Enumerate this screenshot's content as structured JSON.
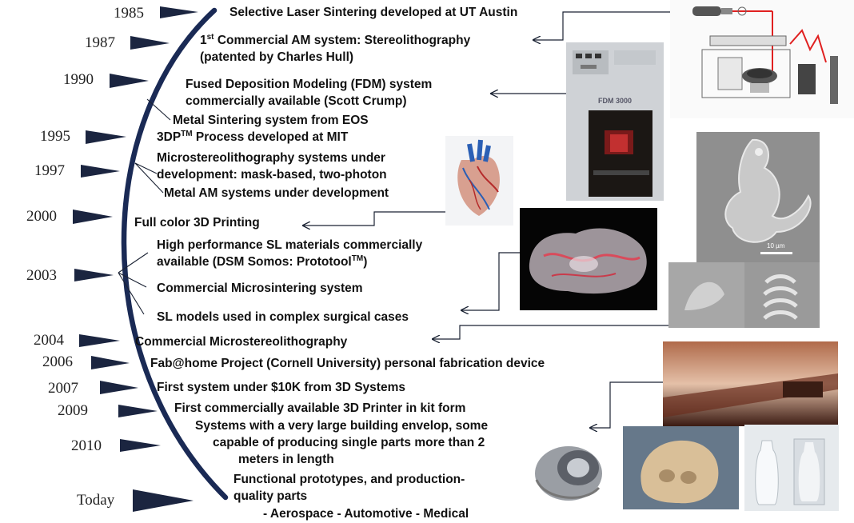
{
  "years": [
    "1985",
    "1987",
    "1990",
    "1995",
    "1997",
    "2000",
    "2003",
    "2004",
    "2006",
    "2007",
    "2009",
    "2010",
    "Today"
  ],
  "events": {
    "sls": "Selective Laser Sintering developed at UT Austin",
    "sla_pre": "1",
    "sla_sup": "st",
    "sla_l1": " Commercial AM system: Stereolithography",
    "sla_l2": "(patented by Charles Hull)",
    "fdm_l1": "Fused Deposition Modeling (FDM) system",
    "fdm_l2": "commercially available (Scott Crump)",
    "eos": "Metal Sintering system from EOS",
    "tdp_pre": "3DP",
    "tdp_sup": "TM",
    "tdp_post": " Process developed at MIT",
    "micro_l1": "Microstereolithography systems under",
    "micro_l2": "development: mask-based, two-photon",
    "metal_am": "Metal AM systems under development",
    "fullcolor": "Full color 3D Printing",
    "hpsl_l1": "High performance SL materials commercially",
    "hpsl_l2_pre": "available (DSM Somos: Prototool",
    "hpsl_l2_sup": "TM",
    "hpsl_l2_post": ")",
    "microsinter": "Commercial Microsintering system",
    "surgical": "SL models used in complex surgical cases",
    "cmsl": "Commercial Microstereolithography",
    "fab": "Fab@home Project (Cornell University) personal fabrication device",
    "tenk": "First system under $10K from 3D Systems",
    "kit": "First commercially available 3D Printer in kit form",
    "large_l1": "Systems with a very large building envelop, some",
    "large_l2": "capable of producing single parts more than 2",
    "large_l3": "meters in length",
    "func_l1": "Functional prototypes, and production-",
    "func_l2": "quality parts",
    "sectors": "- Aerospace   - Automotive  - Medical"
  },
  "photos": {
    "fdm_machine_text": "FDM 3000",
    "sem_label": "10 µm"
  },
  "colors": {
    "arc": "#1a2a55",
    "arrowhead": "#1b2540",
    "connector": "#1a2233",
    "laser": "#e02020"
  }
}
